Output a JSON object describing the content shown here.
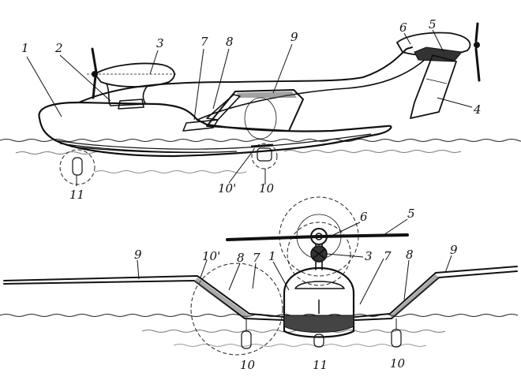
{
  "side_view_labels": [
    {
      "id": "s1",
      "text": "1"
    },
    {
      "id": "s2",
      "text": "2"
    },
    {
      "id": "s3",
      "text": "3"
    },
    {
      "id": "s7",
      "text": "7"
    },
    {
      "id": "s8",
      "text": "8"
    },
    {
      "id": "s9",
      "text": "9"
    },
    {
      "id": "s6",
      "text": "6"
    },
    {
      "id": "s5",
      "text": "5"
    },
    {
      "id": "s4",
      "text": "4"
    },
    {
      "id": "s11",
      "text": "11"
    },
    {
      "id": "s10p",
      "text": "10'"
    },
    {
      "id": "s10",
      "text": "10"
    }
  ],
  "front_view_labels": [
    {
      "id": "f6",
      "text": "6"
    },
    {
      "id": "f5",
      "text": "5"
    },
    {
      "id": "f10p",
      "text": "10'"
    },
    {
      "id": "f8a",
      "text": "8"
    },
    {
      "id": "f7a",
      "text": "7"
    },
    {
      "id": "f1",
      "text": "1"
    },
    {
      "id": "f3",
      "text": "3"
    },
    {
      "id": "f7b",
      "text": "7"
    },
    {
      "id": "f8b",
      "text": "8"
    },
    {
      "id": "f9a",
      "text": "9"
    },
    {
      "id": "f9b",
      "text": "9"
    },
    {
      "id": "f10a",
      "text": "10"
    },
    {
      "id": "f11",
      "text": "11"
    },
    {
      "id": "f10b",
      "text": "10"
    }
  ]
}
